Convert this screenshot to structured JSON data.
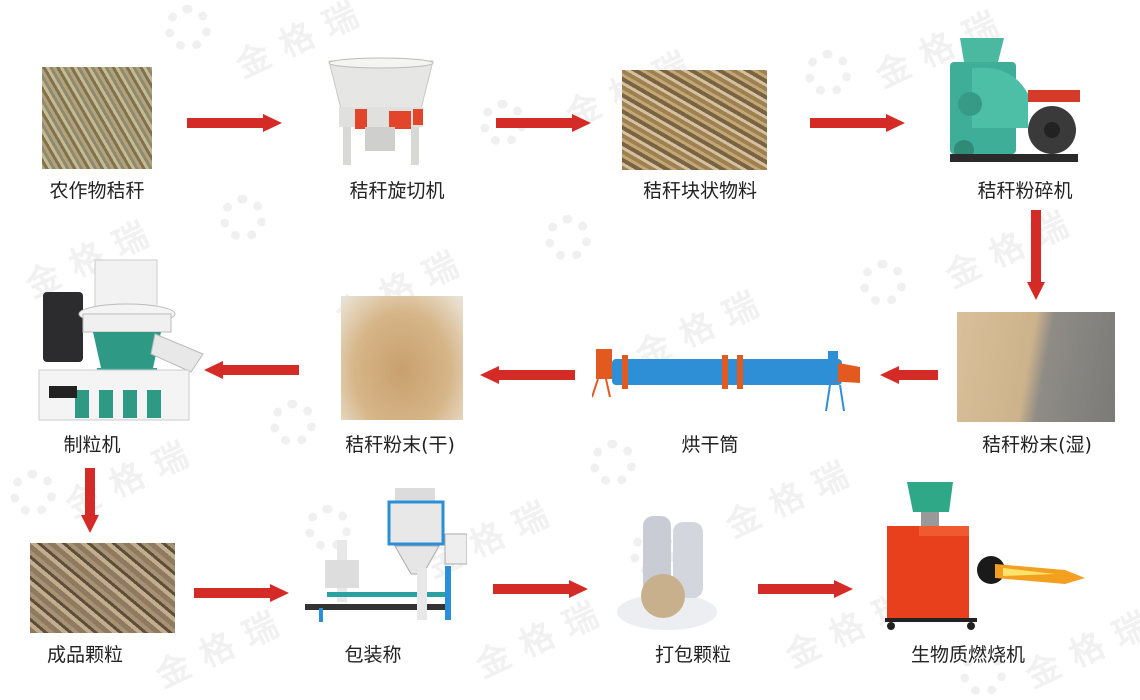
{
  "diagram": {
    "title": "",
    "watermark": {
      "text": "金格瑞",
      "color": "#f1f1f1"
    },
    "arrow_color": "#d52b26",
    "nodes": [
      {
        "id": "n1",
        "label": "农作物秸秆",
        "icon": "crop-straw-photo"
      },
      {
        "id": "n2",
        "label": "秸秆旋切机",
        "icon": "straw-rotary-cutter-machine"
      },
      {
        "id": "n3",
        "label": "秸秆块状物料",
        "icon": "straw-chunk-material-photo"
      },
      {
        "id": "n4",
        "label": "秸秆粉碎机",
        "icon": "straw-crusher-machine"
      },
      {
        "id": "n5",
        "label": "秸秆粉末(湿)",
        "icon": "wet-straw-powder-photo"
      },
      {
        "id": "n6",
        "label": "烘干筒",
        "icon": "rotary-drum-dryer"
      },
      {
        "id": "n7",
        "label": "秸秆粉末(干)",
        "icon": "dry-straw-powder-photo"
      },
      {
        "id": "n8",
        "label": "制粒机",
        "icon": "pellet-mill-machine"
      },
      {
        "id": "n9",
        "label": "成品颗粒",
        "icon": "finished-pellets-photo"
      },
      {
        "id": "n10",
        "label": "包装称",
        "icon": "packing-scale-machine"
      },
      {
        "id": "n11",
        "label": "打包颗粒",
        "icon": "bagged-pellets-photo"
      },
      {
        "id": "n12",
        "label": "生物质燃烧机",
        "icon": "biomass-burner-machine"
      }
    ],
    "edges": [
      {
        "from": "n1",
        "to": "n2",
        "direction": "right"
      },
      {
        "from": "n2",
        "to": "n3",
        "direction": "right"
      },
      {
        "from": "n3",
        "to": "n4",
        "direction": "right"
      },
      {
        "from": "n4",
        "to": "n5",
        "direction": "down"
      },
      {
        "from": "n5",
        "to": "n6",
        "direction": "left"
      },
      {
        "from": "n6",
        "to": "n7",
        "direction": "left"
      },
      {
        "from": "n7",
        "to": "n8",
        "direction": "left"
      },
      {
        "from": "n8",
        "to": "n9",
        "direction": "down"
      },
      {
        "from": "n9",
        "to": "n10",
        "direction": "right"
      },
      {
        "from": "n10",
        "to": "n11",
        "direction": "right"
      },
      {
        "from": "n11",
        "to": "n12",
        "direction": "right"
      }
    ]
  }
}
